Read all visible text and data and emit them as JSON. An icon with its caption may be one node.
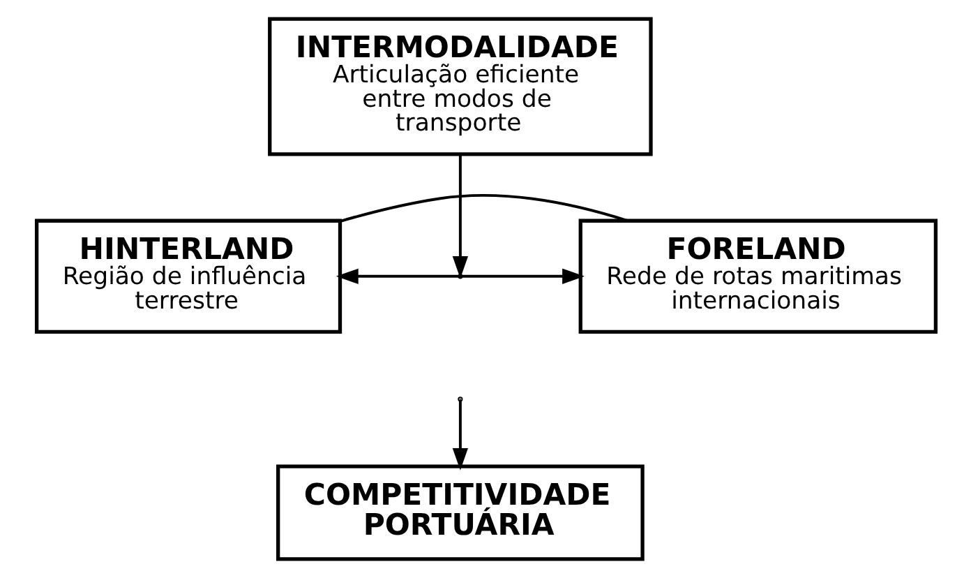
{
  "diagram": {
    "nodes": [
      {
        "text": [
          "INTERMODALIDADE",
          "Articulação eficiente entre modos de transporte"
        ]
      },
      {
        "text": [
          "HINTERLAND",
          "Região de influência terrestre"
        ]
      },
      {
        "text": [
          "FORELAND",
          "Rede de rotas maritimas internacionais"
        ]
      },
      {
        "text": [
          "COMPETITIVIDADE PORTUÁRIA"
        ]
      }
    ],
    "edges": [
      {
        "from": 0,
        "to": null,
        "arrow": "to"
      },
      {
        "from": 1,
        "to": 2,
        "arrow": "none"
      },
      {
        "from": 1,
        "to": 2,
        "arrow": "both"
      },
      {
        "from": null,
        "to": 3,
        "arrow": "to"
      }
    ]
  }
}
